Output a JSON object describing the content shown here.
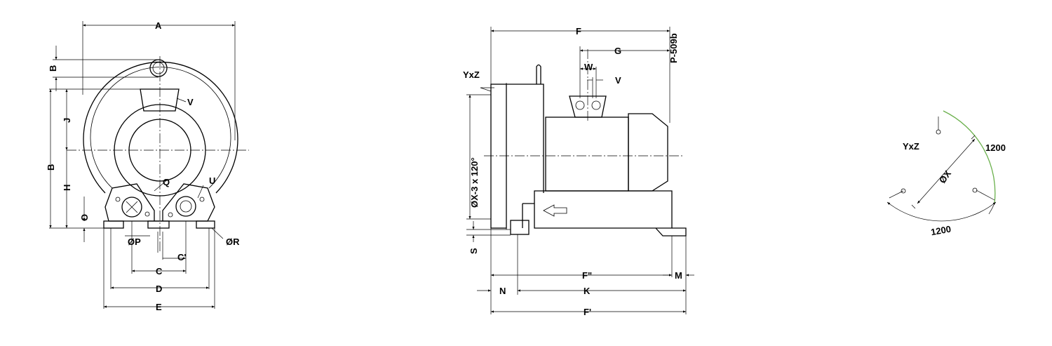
{
  "model": "P-509b",
  "front_view": {
    "labels": {
      "A": "A",
      "B_top": "B",
      "J": "J",
      "B": "B",
      "H": "H",
      "O": "O",
      "V": "V",
      "Q": "Q",
      "U": "U",
      "OR": "ØR",
      "OP": "ØP",
      "C_prime": "C'",
      "C": "C",
      "D": "D",
      "E": "E"
    }
  },
  "side_view": {
    "labels": {
      "F": "F",
      "G": "G",
      "W": "W",
      "V": "V",
      "YxZ": "YxZ",
      "hole_pattern": "ØX-3 x 120°",
      "S": "S",
      "F_double": "F\"",
      "M": "M",
      "N": "N",
      "K": "K",
      "F_prime": "F'"
    }
  },
  "flange_detail": {
    "labels": {
      "YxZ": "YxZ",
      "X": "ØX",
      "angle_right": "1200",
      "angle_bottom": "1200"
    },
    "colors": {
      "angle_arc": "#6ab04c"
    }
  }
}
